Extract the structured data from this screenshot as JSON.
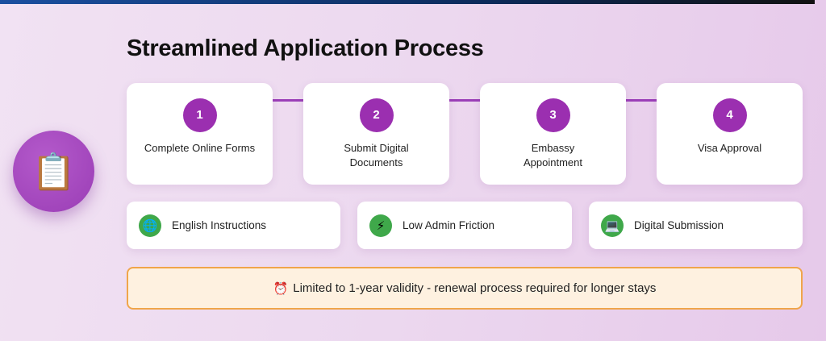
{
  "title": "Streamlined Application Process",
  "hero_icon": "clipboard-icon",
  "steps": [
    {
      "number": "1",
      "label": "Complete Online Forms"
    },
    {
      "number": "2",
      "label": "Submit Digital Documents"
    },
    {
      "number": "3",
      "label": "Embassy Appointment"
    },
    {
      "number": "4",
      "label": "Visa Approval"
    }
  ],
  "features": [
    {
      "icon": "globe-icon",
      "glyph": "🌐",
      "label": "English Instructions"
    },
    {
      "icon": "lightning-icon",
      "glyph": "⚡",
      "label": "Low Admin Friction"
    },
    {
      "icon": "laptop-icon",
      "glyph": "💻",
      "label": "Digital Submission"
    }
  ],
  "warning": {
    "icon": "alarm-clock-icon",
    "glyph": "⏰",
    "text": "Limited to 1-year validity - renewal process required for longer stays"
  },
  "colors": {
    "accent": "#9b2fb0",
    "feature_icon_bg": "#3fa84a",
    "warning_border": "#f0a54a",
    "warning_bg": "#fef1e0"
  }
}
